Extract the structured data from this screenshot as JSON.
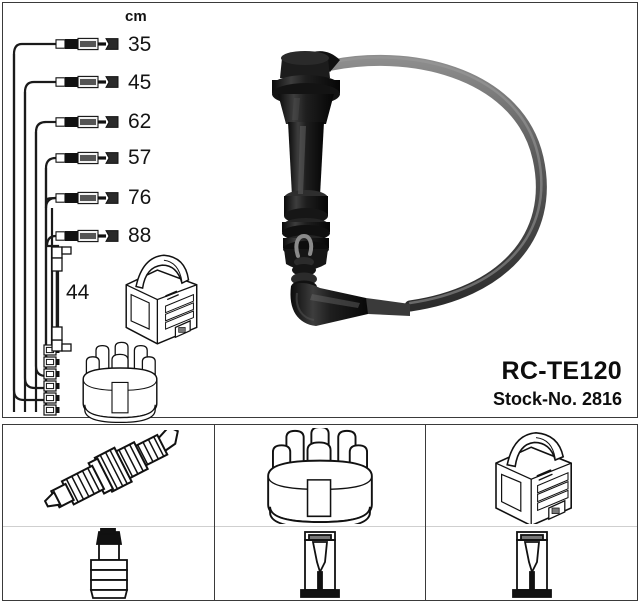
{
  "product": {
    "code": "RC-TE120",
    "stock_label": "Stock-No. 2816",
    "unit_header": "cm"
  },
  "cable_set": {
    "unit": "cm",
    "lead_lengths": [
      {
        "label": "35",
        "index": 1
      },
      {
        "label": "45",
        "index": 2
      },
      {
        "label": "62",
        "index": 3
      },
      {
        "label": "57",
        "index": 4
      },
      {
        "label": "76",
        "index": 5
      },
      {
        "label": "88",
        "index": 6
      }
    ],
    "coil_lead": {
      "label": "44"
    }
  },
  "legend_panels": [
    {
      "name": "spark-plug-connection",
      "top_part": "spark-plug-icon",
      "bottom_part": "straight-plug-boot-icon"
    },
    {
      "name": "distributor-cap-connection",
      "top_part": "distributor-cap-icon",
      "bottom_part": "distributor-terminal-icon"
    },
    {
      "name": "ignition-coil-connection",
      "top_part": "ignition-coil-icon",
      "bottom_part": "coil-terminal-icon"
    }
  ],
  "diagram_parts": {
    "coil_drawing": "ignition-coil-drawing",
    "cap_drawing": "distributor-cap-drawing",
    "photo": "ignition-lead-photo"
  },
  "colors": {
    "ink": "#141414",
    "frame": "#3a3a3a",
    "divider": "#cfcfcf",
    "boot_black": "#1b1b1b",
    "cable_gray": "#6e6e6e",
    "background": "#ffffff"
  }
}
